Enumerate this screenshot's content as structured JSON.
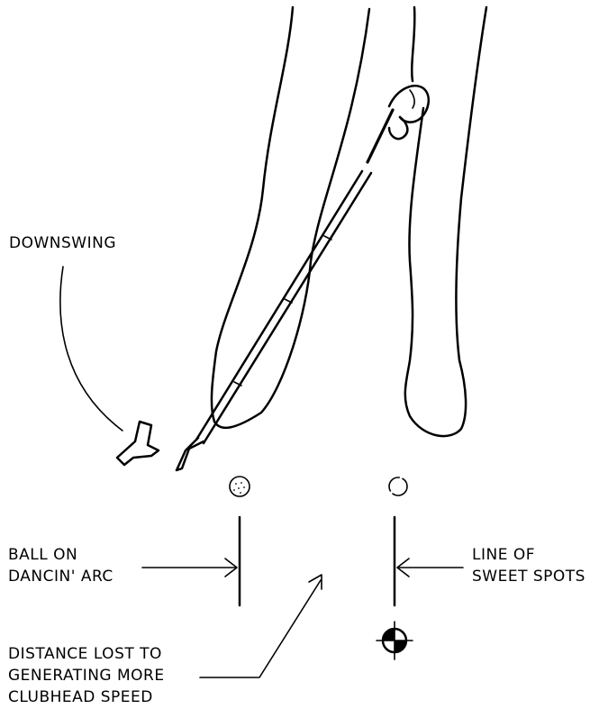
{
  "labels": {
    "downswing": "DOWNSWING",
    "ball_arc": [
      "BALL ON",
      "DANCIN' ARC"
    ],
    "sweet_spots": [
      "LINE OF",
      "SWEET SPOTS"
    ],
    "distance_lost": [
      "DISTANCE LOST TO",
      "GENERATING MORE",
      "CLUBHEAD SPEED"
    ]
  },
  "colors": {
    "ink": "#000000",
    "paper": "#ffffff"
  }
}
